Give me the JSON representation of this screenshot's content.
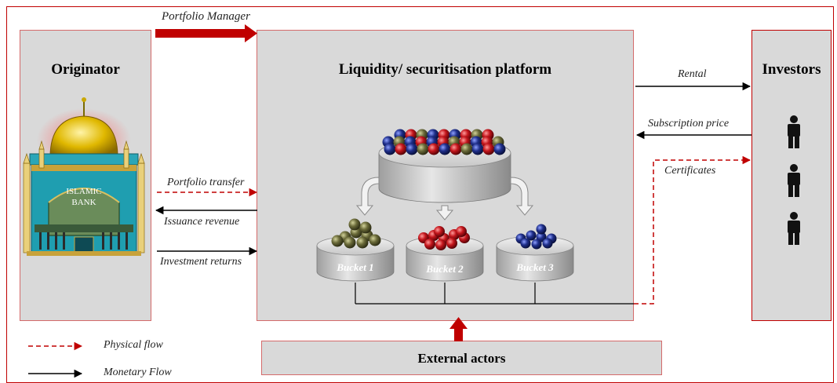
{
  "boxes": {
    "originator": "Originator",
    "platform": "Liquidity/ securitisation platform",
    "investors": "Investors",
    "external": "External actors"
  },
  "flows": {
    "portfolio_manager": "Portfolio Manager",
    "portfolio_transfer": "Portfolio transfer",
    "issuance_revenue": "Issuance revenue",
    "investment_returns": "Investment returns",
    "rental": "Rental",
    "subscription_price": "Subscription price",
    "certificates": "Certificates"
  },
  "bank_sign": [
    "ISLAMIC",
    "BANK"
  ],
  "buckets": [
    "Bucket 1",
    "Bucket 2",
    "Bucket 3"
  ],
  "legend": {
    "physical": "Physical flow",
    "monetary": "Monetary Flow"
  },
  "colors": {
    "frame": "#c00000",
    "physical_flow": "#c00000",
    "monetary_flow": "#000000",
    "ball_blue": "#1f2f8a",
    "ball_red": "#c4161c",
    "ball_olive": "#6b6b3a"
  }
}
